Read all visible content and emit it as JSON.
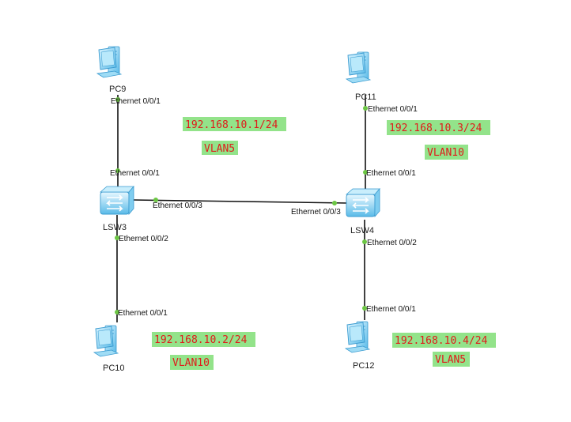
{
  "devices": {
    "pc9": {
      "label": "PC9"
    },
    "pc11": {
      "label": "PC11"
    },
    "pc10": {
      "label": "PC10"
    },
    "pc12": {
      "label": "PC12"
    },
    "lsw3": {
      "label": "LSW3"
    },
    "lsw4": {
      "label": "LSW4"
    }
  },
  "ports": {
    "pc9_e001": "Ethernet 0/0/1",
    "lsw3_e001": "Ethernet 0/0/1",
    "lsw3_e003": "Ethernet 0/0/3",
    "lsw3_e002": "Ethernet 0/0/2",
    "pc10_e001": "Ethernet 0/0/1",
    "pc11_e001": "Ethernet 0/0/1",
    "lsw4_e001": "Ethernet 0/0/1",
    "lsw4_e003": "Ethernet 0/0/3",
    "lsw4_e002": "Ethernet 0/0/2",
    "pc12_e001": "Ethernet 0/0/1"
  },
  "notes": {
    "pc9_ip": "192.168.10.1/24",
    "pc9_vlan": "VLAN5",
    "pc11_ip": "192.168.10.3/24",
    "pc11_vlan": "VLAN10",
    "pc10_ip": "192.168.10.2/24",
    "pc10_vlan": "VLAN10",
    "pc12_ip": "192.168.10.4/24",
    "pc12_vlan": "VLAN5"
  },
  "colors": {
    "link": "#111111",
    "port_dot": "#6cc644",
    "note_bg": "#93e38a",
    "note_text": "#e01b1b",
    "device": "#6fc8ef"
  }
}
